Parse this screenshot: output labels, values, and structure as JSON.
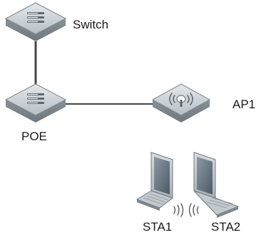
{
  "diagram": {
    "nodes": [
      {
        "id": "switch",
        "type": "switch",
        "label": "Switch"
      },
      {
        "id": "poe",
        "type": "switch",
        "label": "POE"
      },
      {
        "id": "ap1",
        "type": "access-point",
        "label": "AP1"
      },
      {
        "id": "sta1",
        "type": "laptop",
        "label": "STA1"
      },
      {
        "id": "sta2",
        "type": "laptop",
        "label": "STA2"
      }
    ],
    "links": [
      {
        "from": "switch",
        "to": "poe",
        "kind": "wired"
      },
      {
        "from": "poe",
        "to": "ap1",
        "kind": "wired"
      },
      {
        "from": "sta1",
        "to": "sta2",
        "kind": "wireless"
      }
    ],
    "colors": {
      "device_top": "#c9d0d6",
      "device_side": "#8a949c",
      "link": "#444444",
      "wireless": "#555555"
    }
  }
}
